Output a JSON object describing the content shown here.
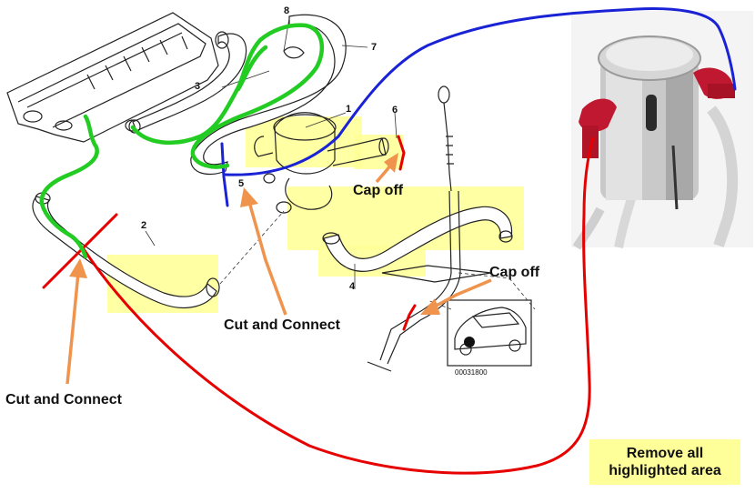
{
  "callouts": {
    "cut_connect_left": "Cut and Connect",
    "cut_connect_center": "Cut and Connect",
    "cap_off_upper": "Cap off",
    "cap_off_lower": "Cap off"
  },
  "note": {
    "line1": "Remove all",
    "line2": "highlighted area"
  },
  "part_numbers": {
    "p1": "1",
    "p2": "2",
    "p3": "3",
    "p4": "4",
    "p5": "5",
    "p6": "6",
    "p7": "7",
    "p8": "8"
  },
  "inset": {
    "ref_code": "00031800"
  },
  "colors": {
    "highlight": "#ffff99",
    "red_line": "#e60000",
    "blue_line": "#1a22d6",
    "green_line": "#22cc22",
    "orange_arrow": "#f0944d",
    "fitting_red": "#c01830"
  },
  "icons": {
    "catch_can": "oil-catch-can-image",
    "valve_cover": "valve-cover-drawing",
    "car": "car-inset-drawing"
  }
}
